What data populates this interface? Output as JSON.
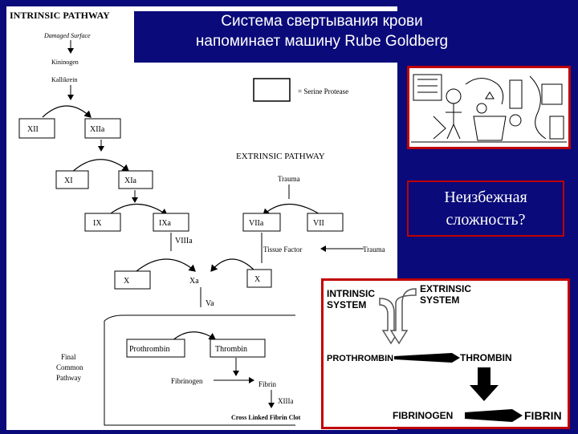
{
  "slide": {
    "title_line1": "Система свертывания крови",
    "title_line2": "напоминает машину Rube Goldberg",
    "question_line1": "Неизбежная",
    "question_line2": "сложность?"
  },
  "left_diagram": {
    "intrinsic_title": "INTRINSIC PATHWAY",
    "damaged_surface": "Damaged Surface",
    "kininogen": "Kininogen",
    "kallikrein": "Kallikrein",
    "serine_protease": "= Serine Protease",
    "xii": "XII",
    "xiia": "XIIa",
    "xi": "XI",
    "xia": "XIa",
    "ix": "IX",
    "ixa": "IXa",
    "extrinsic_title": "EXTRINSIC PATHWAY",
    "trauma_top": "Trauma",
    "viia": "VIIa",
    "vii": "VII",
    "viiia": "VIIIa",
    "tissue_factor": "Tissue Factor",
    "trauma_right": "Trauma",
    "x_left": "X",
    "xa": "Xa",
    "x_right": "X",
    "va": "Va",
    "prothrombin": "Prothrombin",
    "thrombin": "Thrombin",
    "final_1": "Final",
    "final_2": "Common",
    "final_3": "Pathway",
    "fibrinogen": "Fibrinogen",
    "fibrin": "Fibrin",
    "xiiia": "XIIIa",
    "cross_linked": "Cross Linked Fibrin Clot"
  },
  "simple_diagram": {
    "intrinsic_1": "INTRINSIC",
    "intrinsic_2": "SYSTEM",
    "extrinsic_1": "EXTRINSIC",
    "extrinsic_2": "SYSTEM",
    "prothrombin": "PROTHROMBIN",
    "thrombin": "THROMBIN",
    "fibrinogen": "FIBRINOGEN",
    "fibrin": "FIBRIN"
  },
  "colors": {
    "background": "#0a0a7a",
    "frame": "#c00000",
    "panel": "#ffffff"
  }
}
